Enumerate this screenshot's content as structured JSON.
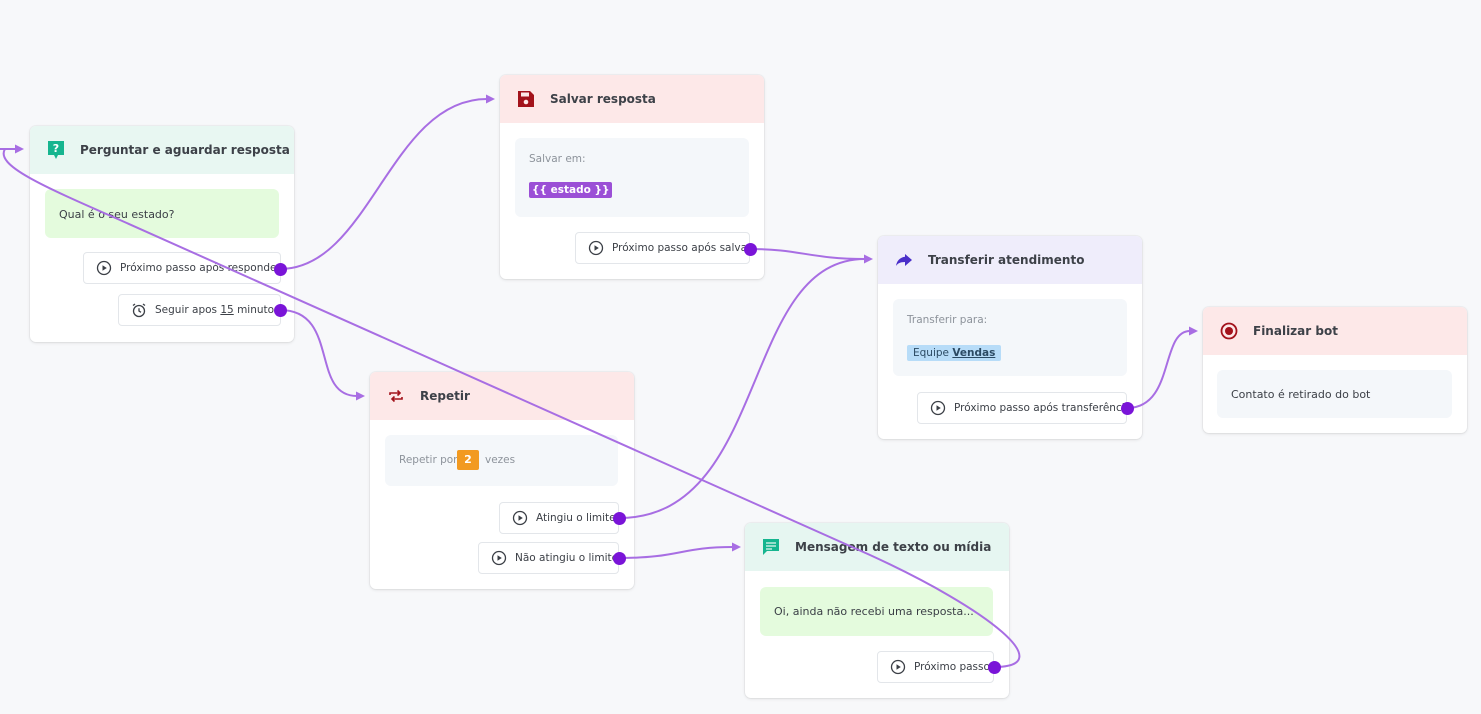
{
  "nodes": {
    "ask": {
      "title": "Perguntar e aguardar resposta",
      "icon": "question-icon",
      "message": "Qual é o seu estado?",
      "next_label": "Próximo passo após responder",
      "timeout_prefix": "Seguir apos",
      "timeout_value": "15",
      "timeout_suffix": "minutos"
    },
    "save": {
      "title": "Salvar resposta",
      "icon": "save-icon",
      "save_in_label": "Salvar em:",
      "variable": "{{ estado }}",
      "next_label": "Próximo passo após salvar"
    },
    "transfer": {
      "title": "Transferir atendimento",
      "icon": "share-arrow-icon",
      "transfer_to_label": "Transferir para:",
      "team_prefix": "Equipe",
      "team_name": "Vendas",
      "next_label": "Próximo passo após transferência"
    },
    "end": {
      "title": "Finalizar bot",
      "icon": "stop-circle-icon",
      "description": "Contato é retirado do bot"
    },
    "repeat": {
      "title": "Repetir",
      "icon": "repeat-icon",
      "repeat_prefix": "Repetir por",
      "count": "2",
      "repeat_suffix": "vezes",
      "reached_label": "Atingiu o limite",
      "not_reached_label": "Não atingiu o limite"
    },
    "message": {
      "title": "Mensagem de texto ou mídia",
      "icon": "chat-icon",
      "text": "Oi, ainda não recebi uma resposta...",
      "next_label": "Próximo passo"
    }
  },
  "colors": {
    "connector": "#a86ee3",
    "port": "#7a14d8",
    "ask_icon": "#16b58f",
    "red_icon": "#a3121b",
    "transfer_icon": "#4a2fc9",
    "msg_icon": "#16b58f"
  }
}
